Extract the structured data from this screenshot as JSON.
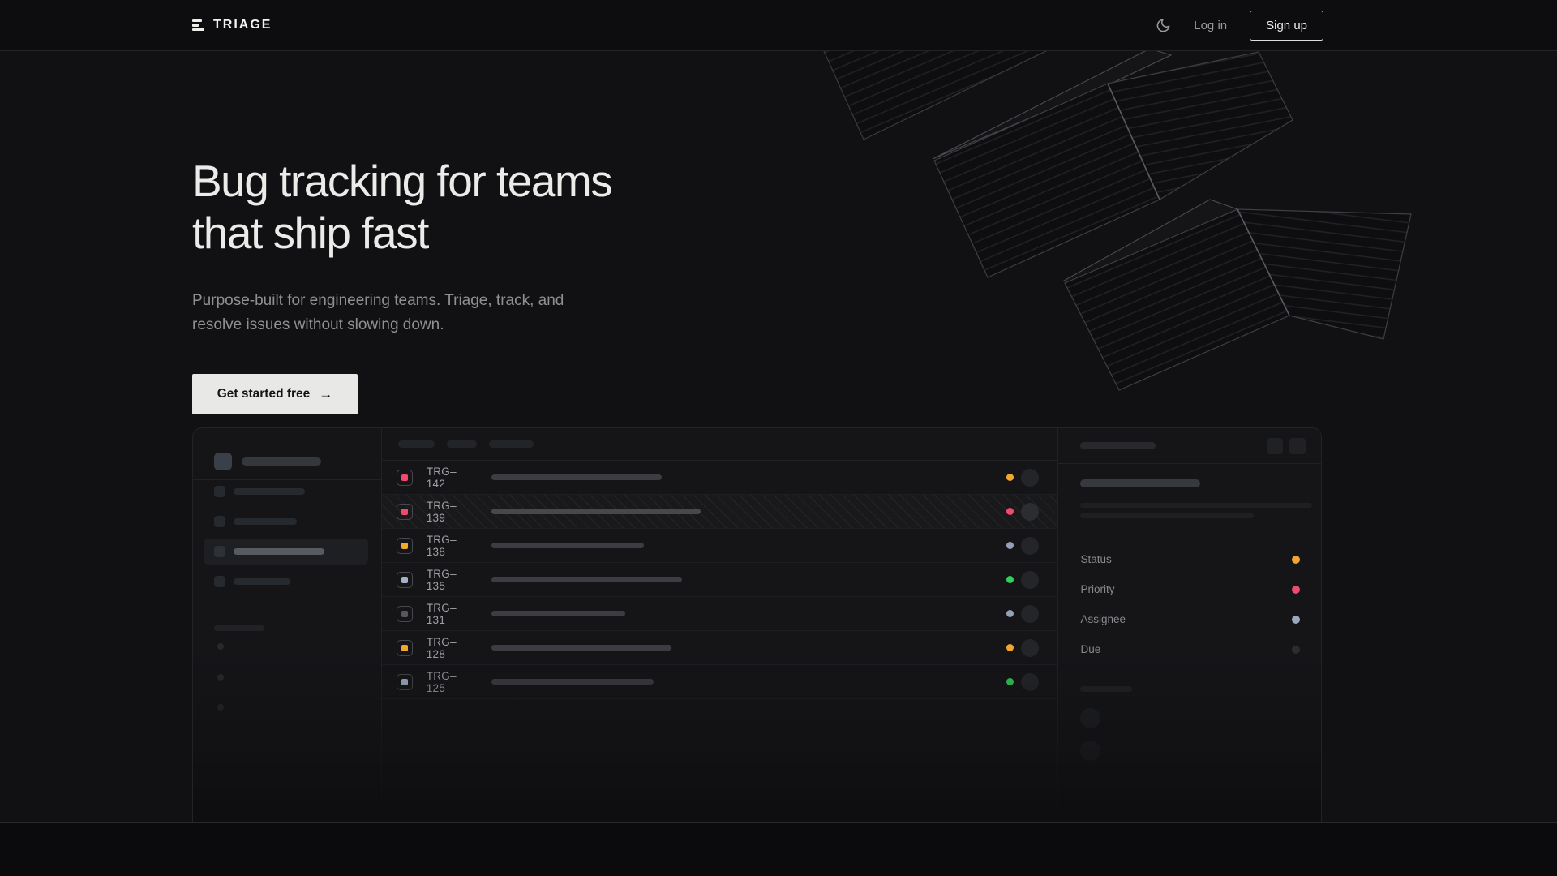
{
  "brand": {
    "name": "TRIAGE",
    "logo_icon": "triage-bars-icon"
  },
  "nav": {
    "theme_icon": "moon-icon",
    "login_label": "Log in",
    "signup_label": "Sign up"
  },
  "hero": {
    "title_line1": "Bug tracking for teams",
    "title_line2": "that ship fast",
    "subtitle": "Purpose-built for engineering teams. Triage, track, and resolve issues without slowing down.",
    "cta_label": "Get started free",
    "cta_arrow_icon": "arrow-right-icon",
    "cta_arrow": "→"
  },
  "app_preview": {
    "issues": [
      {
        "id": "TRG–142",
        "icon_color": "#ef4a6e",
        "dot_color": "#f0a62f",
        "title_width": 210,
        "selected": false
      },
      {
        "id": "TRG–139",
        "icon_color": "#ef4a6e",
        "dot_color": "#f04a6e",
        "title_width": 258,
        "selected": true
      },
      {
        "id": "TRG–138",
        "icon_color": "#f0a62f",
        "dot_color": "#93a0b6",
        "title_width": 188,
        "selected": false
      },
      {
        "id": "TRG–135",
        "icon_color": "#a3b2c9",
        "dot_color": "#30d158",
        "title_width": 235,
        "selected": false
      },
      {
        "id": "TRG–131",
        "icon_color": "#55575c",
        "dot_color": "#93a0b6",
        "title_width": 165,
        "selected": false
      },
      {
        "id": "TRG–128",
        "icon_color": "#f0a62f",
        "dot_color": "#f0a62f",
        "title_width": 222,
        "selected": false
      },
      {
        "id": "TRG–125",
        "icon_color": "#a3b2c9",
        "dot_color": "#30d158",
        "title_width": 200,
        "selected": false
      }
    ],
    "detail_fields": [
      {
        "label": "Status",
        "dot_color": "#f0a62f"
      },
      {
        "label": "Priority",
        "dot_color": "#f04a6e"
      },
      {
        "label": "Assignee",
        "dot_color": "#9aa7bd"
      },
      {
        "label": "Due",
        "dot_color": "#2a2c30"
      }
    ]
  },
  "colors": {
    "background": "#111113",
    "amber": "#f0a62f",
    "pink": "#f04a6e",
    "green": "#30d158",
    "blue_gray": "#9aa7bd"
  }
}
